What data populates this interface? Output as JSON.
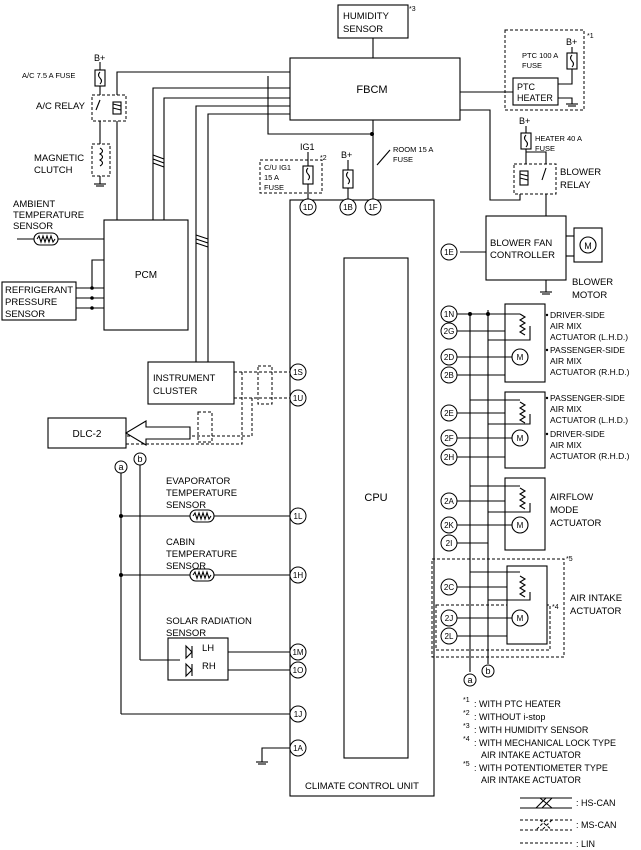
{
  "components": {
    "humidity_sensor": [
      "HUMIDITY",
      "SENSOR"
    ],
    "humidity_note": "*3",
    "fbcm": "FBCM",
    "ptc_heater": [
      "PTC",
      "HEATER"
    ],
    "ptc_fuse": [
      "PTC 100 A",
      "FUSE"
    ],
    "ptc_note": "*1",
    "bplus": "B+",
    "ac_fuse": "A/C 7.5 A FUSE",
    "ac_relay": "A/C RELAY",
    "magnetic_clutch": [
      "MAGNETIC",
      "CLUTCH"
    ],
    "heater_fuse": [
      "HEATER 40 A",
      "FUSE"
    ],
    "blower_relay": [
      "BLOWER",
      "RELAY"
    ],
    "ig1": "IG1",
    "cu_fuse": [
      "C/U IG1",
      "15 A",
      "FUSE"
    ],
    "cu_note": "*2",
    "room_fuse": [
      "ROOM 15 A",
      "FUSE"
    ],
    "ambient_sensor": [
      "AMBIENT",
      "TEMPERATURE",
      "SENSOR"
    ],
    "pcm": "PCM",
    "refrigerant_sensor": [
      "REFRIGERANT",
      "PRESSURE",
      "SENSOR"
    ],
    "blower_fan_controller": [
      "BLOWER FAN",
      "CONTROLLER"
    ],
    "blower_motor": [
      "BLOWER",
      "MOTOR"
    ],
    "instrument_cluster": [
      "INSTRUMENT",
      "CLUSTER"
    ],
    "dlc2": "DLC-2",
    "evap_sensor": [
      "EVAPORATOR",
      "TEMPERATURE",
      "SENSOR"
    ],
    "cabin_sensor": [
      "CABIN",
      "TEMPERATURE",
      "SENSOR"
    ],
    "solar_sensor": [
      "SOLAR RADIATION",
      "SENSOR"
    ],
    "lh": "LH",
    "rh": "RH",
    "cpu": "CPU",
    "ccu": "CLIMATE CONTROL UNIT",
    "motor_symbol": "M",
    "connector_a": "a",
    "connector_b": "b"
  },
  "actuators": {
    "group1_upper": [
      "DRIVER-SIDE",
      "AIR MIX",
      "ACTUATOR (L.H.D.)"
    ],
    "group1_lower": [
      "PASSENGER-SIDE",
      "AIR MIX",
      "ACTUATOR (R.H.D.)"
    ],
    "group2_upper": [
      "PASSENGER-SIDE",
      "AIR MIX",
      "ACTUATOR (L.H.D.)"
    ],
    "group2_lower": [
      "DRIVER-SIDE",
      "AIR MIX",
      "ACTUATOR (R.H.D.)"
    ],
    "airflow": [
      "AIRFLOW",
      "MODE",
      "ACTUATOR"
    ],
    "air_intake": [
      "AIR INTAKE",
      "ACTUATOR"
    ],
    "intake_note_5": "*5",
    "intake_note_4": "*4"
  },
  "terminals": {
    "t1D": "1D",
    "t1B": "1B",
    "t1F": "1F",
    "t1E": "1E",
    "t1N": "1N",
    "t2G": "2G",
    "t2D": "2D",
    "t2B": "2B",
    "t2E": "2E",
    "t2F": "2F",
    "t2H": "2H",
    "t2A": "2A",
    "t2K": "2K",
    "t2I": "2I",
    "t2C": "2C",
    "t2J": "2J",
    "t2L": "2L",
    "t1S": "1S",
    "t1U": "1U",
    "t1L": "1L",
    "t1H": "1H",
    "t1M": "1M",
    "t1O": "1O",
    "t1J": "1J",
    "t1A": "1A"
  },
  "notes": [
    {
      "mark": "*1",
      "text": ": WITH PTC HEATER"
    },
    {
      "mark": "*2",
      "text": ": WITHOUT i-stop"
    },
    {
      "mark": "*3",
      "text": ": WITH HUMIDITY SENSOR"
    },
    {
      "mark": "*4",
      "text": ": WITH MECHANICAL LOCK TYPE",
      "cont": "AIR INTAKE ACTUATOR"
    },
    {
      "mark": "*5",
      "text": ": WITH POTENTIOMETER TYPE",
      "cont": "AIR INTAKE ACTUATOR"
    }
  ],
  "legend": [
    {
      "label": ": HS-CAN"
    },
    {
      "label": ": MS-CAN"
    },
    {
      "label": ": LIN"
    }
  ]
}
